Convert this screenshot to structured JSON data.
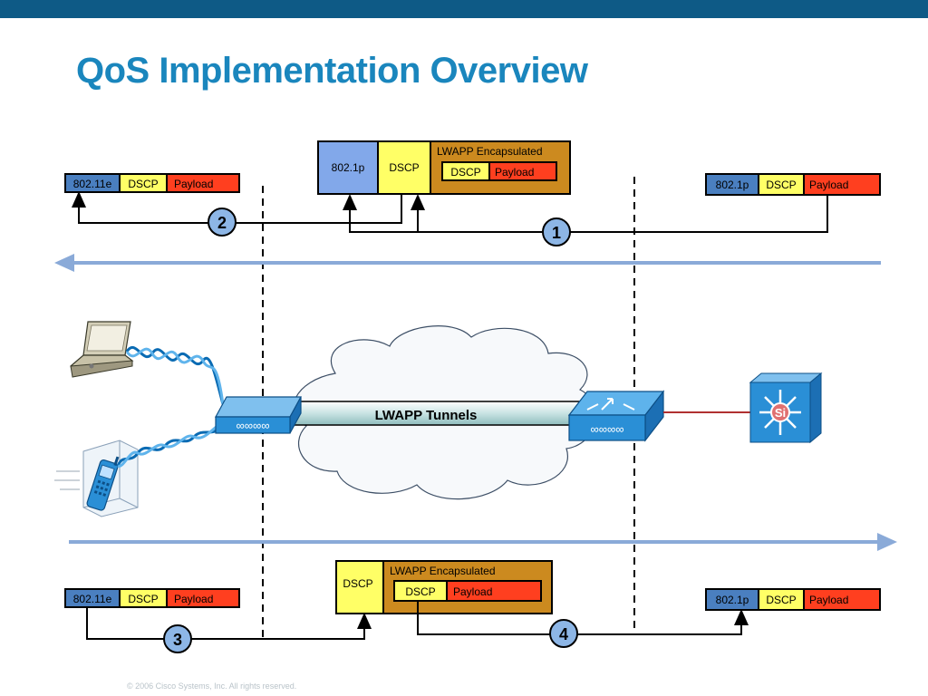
{
  "title": "QoS Implementation Overview",
  "copyright": "© 2006 Cisco Systems, Inc. All rights reserved.",
  "fields": {
    "dot11e": "802.11e",
    "dot1p": "802.1p",
    "dscp": "DSCP",
    "payload": "Payload",
    "lwapp_encapsulated": "LWAPP Encapsulated"
  },
  "tunnel_label": "LWAPP Tunnels",
  "steps": [
    "1",
    "2",
    "3",
    "4"
  ],
  "switch_badge": "Si",
  "colors": {
    "topbar": "#0e5a86",
    "title": "#1a86bd",
    "dot_field": "#4a7fc0",
    "dscp_field": "#ffff66",
    "payload_field": "#ff3f1f",
    "lwapp_box": "#cc8a1f",
    "flow_arrow": "#8aaad8",
    "device_blue": "#2a8fd6"
  },
  "icons": [
    "laptop-icon",
    "phone-icon",
    "access-point-icon",
    "controller-icon",
    "layer3-switch-icon",
    "cloud-icon",
    "wireless-link-icon"
  ]
}
